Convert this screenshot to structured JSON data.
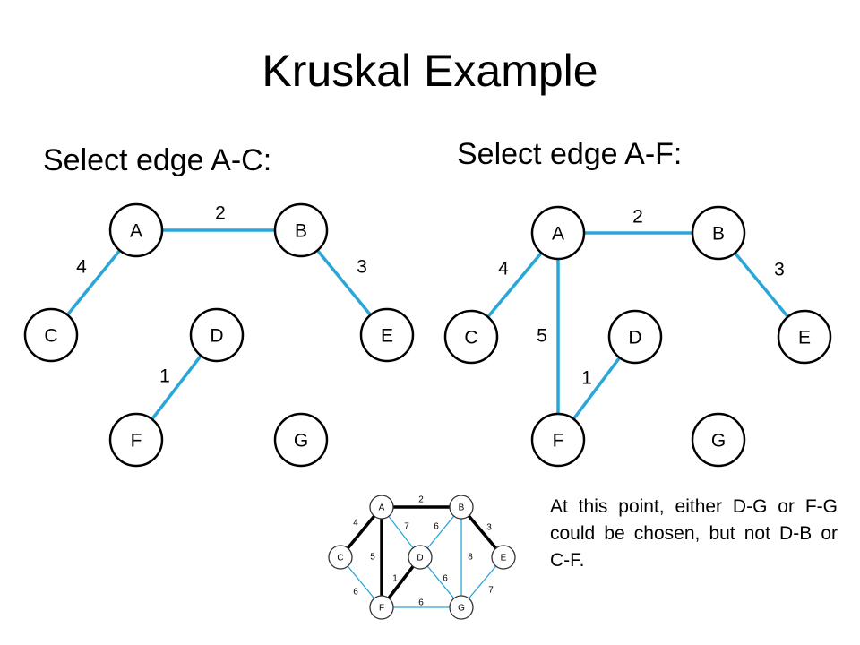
{
  "title": "Kruskal Example",
  "left_panel": {
    "subtitle": "Select edge A-C:",
    "nodes": [
      {
        "id": "A",
        "label": "A"
      },
      {
        "id": "B",
        "label": "B"
      },
      {
        "id": "C",
        "label": "C"
      },
      {
        "id": "D",
        "label": "D"
      },
      {
        "id": "E",
        "label": "E"
      },
      {
        "id": "F",
        "label": "F"
      },
      {
        "id": "G",
        "label": "G"
      }
    ],
    "edges": [
      {
        "from": "A",
        "to": "B",
        "weight": "2"
      },
      {
        "from": "A",
        "to": "C",
        "weight": "4"
      },
      {
        "from": "B",
        "to": "E",
        "weight": "3"
      },
      {
        "from": "D",
        "to": "F",
        "weight": "1"
      }
    ]
  },
  "right_panel": {
    "subtitle": "Select edge A-F:",
    "nodes": [
      {
        "id": "A",
        "label": "A"
      },
      {
        "id": "B",
        "label": "B"
      },
      {
        "id": "C",
        "label": "C"
      },
      {
        "id": "D",
        "label": "D"
      },
      {
        "id": "E",
        "label": "E"
      },
      {
        "id": "F",
        "label": "F"
      },
      {
        "id": "G",
        "label": "G"
      }
    ],
    "edges": [
      {
        "from": "A",
        "to": "B",
        "weight": "2"
      },
      {
        "from": "A",
        "to": "C",
        "weight": "4"
      },
      {
        "from": "B",
        "to": "E",
        "weight": "3"
      },
      {
        "from": "A",
        "to": "F",
        "weight": "5"
      },
      {
        "from": "D",
        "to": "F",
        "weight": "1"
      }
    ]
  },
  "full_graph": {
    "nodes": [
      {
        "id": "A",
        "label": "A"
      },
      {
        "id": "B",
        "label": "B"
      },
      {
        "id": "C",
        "label": "C"
      },
      {
        "id": "D",
        "label": "D"
      },
      {
        "id": "E",
        "label": "E"
      },
      {
        "id": "F",
        "label": "F"
      },
      {
        "id": "G",
        "label": "G"
      }
    ],
    "edges": [
      {
        "from": "A",
        "to": "B",
        "weight": "2",
        "selected": true
      },
      {
        "from": "A",
        "to": "C",
        "weight": "4",
        "selected": true
      },
      {
        "from": "A",
        "to": "D",
        "weight": "7",
        "selected": false
      },
      {
        "from": "A",
        "to": "F",
        "weight": "5",
        "selected": true
      },
      {
        "from": "B",
        "to": "D",
        "weight": "6",
        "selected": false
      },
      {
        "from": "B",
        "to": "E",
        "weight": "3",
        "selected": true
      },
      {
        "from": "B",
        "to": "G",
        "weight": "8",
        "selected": false
      },
      {
        "from": "C",
        "to": "F",
        "weight": "6",
        "selected": false
      },
      {
        "from": "D",
        "to": "F",
        "weight": "1",
        "selected": true
      },
      {
        "from": "D",
        "to": "G",
        "weight": "6",
        "selected": false
      },
      {
        "from": "F",
        "to": "G",
        "weight": "6",
        "selected": false
      },
      {
        "from": "E",
        "to": "G",
        "weight": "7",
        "selected": false
      }
    ],
    "colors": {
      "unselected_edge": "#2aa7d8",
      "selected_edge": "#000000"
    }
  },
  "note": "At this point, either D-G or F-G could be chosen, but not D-B or C-F.",
  "colors": {
    "edge": "#2aa7d8",
    "node_stroke": "#000000",
    "background": "#ffffff"
  }
}
